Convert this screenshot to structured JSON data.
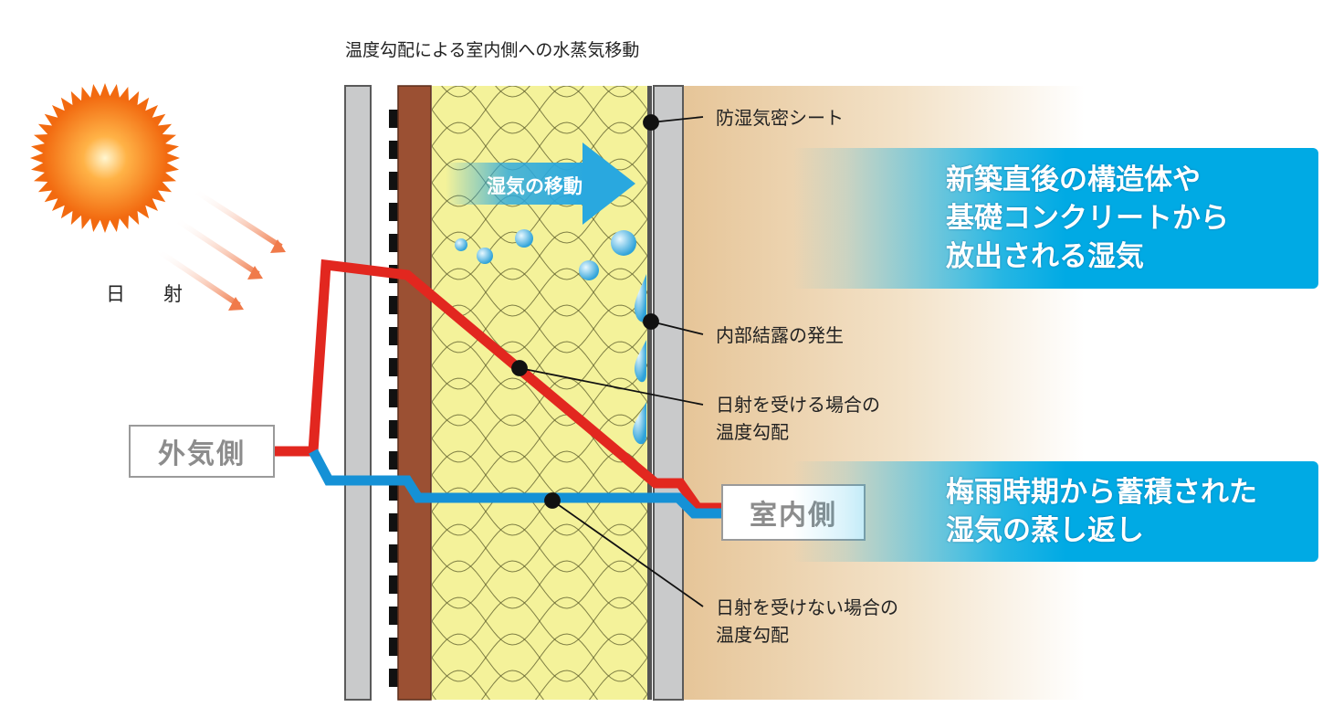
{
  "title": "温度勾配による室内側への水蒸気移動",
  "sun": {
    "label": "日　射",
    "icon": "sun-icon"
  },
  "outdoor_label": "外気側",
  "indoor_label": "室内側",
  "flow_arrow_label": "湿気の移動",
  "callouts": {
    "vapor_sheet": "防湿気密シート",
    "condensation": "内部結露の発生",
    "sun_gradient": [
      "日射を受ける場合の",
      "温度勾配"
    ],
    "no_sun_gradient": [
      "日射を受けない場合の",
      "温度勾配"
    ]
  },
  "banners": {
    "top": [
      "新築直後の構造体や",
      "基礎コンクリートから",
      "放出される湿気"
    ],
    "bottom": [
      "梅雨時期から蓄積された",
      "湿気の蒸し返し"
    ]
  },
  "colors": {
    "sun_gradient_line": "#e2271f",
    "no_sun_gradient_line": "#1591d6",
    "insulation": "#f4f29a",
    "wood_sheathing": "#9b5033",
    "banner": "#00aae4",
    "flow_arrow": "#29a8df"
  }
}
